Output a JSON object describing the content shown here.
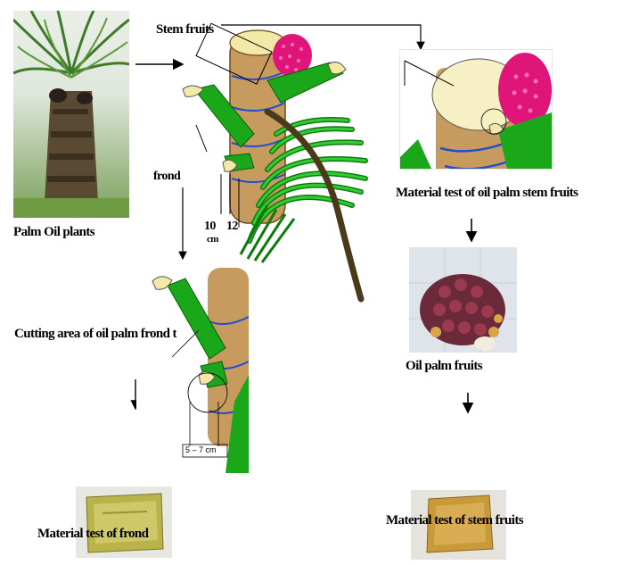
{
  "labels": {
    "palm_oil_plants": "Palm Oil plants",
    "stem_fruits": "Stem fruits",
    "frond": "frond",
    "dim_10": "10",
    "dim_cm": "cm",
    "dim_12": "12",
    "material_test_stem_fruits": "Material test of oil palm stem fruits",
    "cutting_area": "Cutting area of oil palm frond t",
    "oil_palm_fruits": "Oil palm fruits",
    "material_test_frond": "Material test of frond",
    "material_test_of_stem_fruits": "Material test of stem fruits",
    "small_dim": "5 – 7 cm"
  },
  "colors": {
    "frond_green": "#1aa81a",
    "leaf_light": "#33cc33",
    "trunk_brown": "#c79a5e",
    "stem_line_blue": "#1f4fd1",
    "fruit_magenta": "#e0157a",
    "cream_cut": "#f2e9a6",
    "dark_stem": "#4a3a1a"
  }
}
